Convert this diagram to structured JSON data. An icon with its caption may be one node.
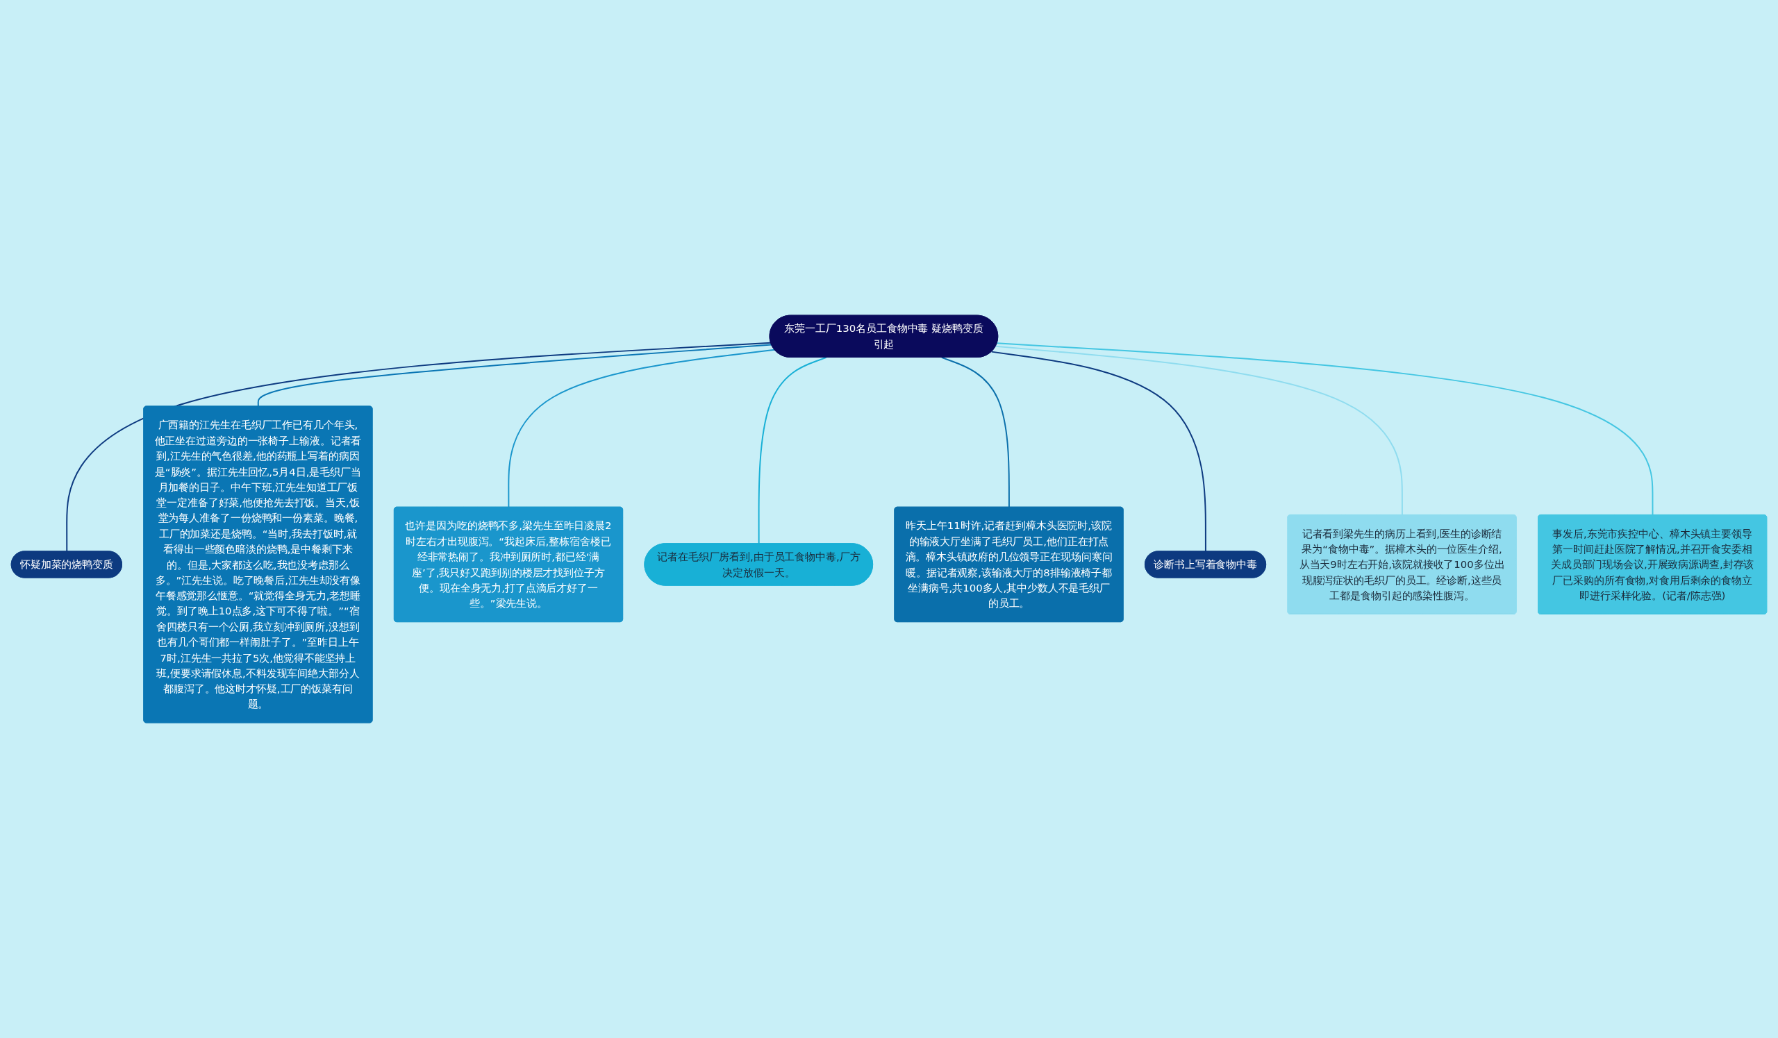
{
  "diagram": {
    "nodes": [
      {
        "text": [
          "东莞一工厂130名员工食物中毒 疑烧鸭变质引起"
        ]
      },
      {
        "text": [
          "怀疑加菜的烧鸭变质"
        ]
      },
      {
        "text": [
          "广西籍的江先生在毛织厂工作已有几个年头,他正坐在过道旁边的一张椅子上输液。记者看到,江先生的气色很差,他的药瓶上写着的病因是“肠炎”。据江先生回忆,5月4日,是毛织厂当月加餐的日子。中午下班,江先生知道工厂饭堂一定准备了好菜,他便抢先去打饭。当天,饭堂为每人准备了一份烧鸭和一份素菜。晚餐,工厂的加菜还是烧鸭。“当时,我去打饭时,就看得出一些颜色暗淡的烧鸭,是中餐剩下来的。但是,大家都这么吃,我也没考虑那么多。”江先生说。吃了晚餐后,江先生却没有像午餐感觉那么惬意。“就觉得全身无力,老想睡觉。到了晚上10点多,这下可不得了啦。”“宿舍四楼只有一个公厕,我立刻冲到厕所,没想到也有几个哥们都一样闹肚子了。”至昨日上午7时,江先生一共拉了5次,他觉得不能坚持上班,便要求请假休息,不料发现车间绝大部分人都腹泻了。他这时才怀疑,工厂的饭菜有问题。"
        ]
      },
      {
        "text": [
          "也许是因为吃的烧鸭不多,梁先生至昨日凌晨2时左右才出现腹泻。“我起床后,整栋宿舍楼已经非常热闹了。我冲到厕所时,都已经‘满座’了,我只好又跑到别的楼层才找到位子方便。现在全身无力,打了点滴后才好了一些。”梁先生说。"
        ]
      },
      {
        "text": [
          "记者在毛织厂房看到,由于员工食物中毒,厂方决定放假一天。"
        ]
      },
      {
        "text": [
          "昨天上午11时许,记者赶到樟木头医院时,该院的输液大厅坐满了毛织厂员工,他们正在打点滴。樟木头镇政府的几位领导正在现场问寒问暖。据记者观察,该输液大厅的8排输液椅子都坐满病号,共100多人,其中少数人不是毛织厂的员工。"
        ]
      },
      {
        "text": [
          "诊断书上写着食物中毒"
        ]
      },
      {
        "text": [
          "记者看到梁先生的病历上看到,医生的诊断结果为“食物中毒”。据樟木头的一位医生介绍,从当天9时左右开始,该院就接收了100多位出现腹泻症状的毛织厂的员工。经诊断,这些员工都是食物引起的感染性腹泻。"
        ]
      },
      {
        "text": [
          "事发后,东莞市疾控中心、樟木头镇主要领导第一时间赶赴医院了解情况,并召开食安委相关成员部门现场会议,开展致病源调查,封存该厂已采购的所有食物,对食用后剩余的食物立即进行采样化验。(记者/陈志强)"
        ]
      }
    ],
    "edges": [
      {
        "from": 0,
        "to": 1,
        "arrow": "none",
        "color": "#0d3a80"
      },
      {
        "from": 0,
        "to": 2,
        "arrow": "none",
        "color": "#0a76b4"
      },
      {
        "from": 0,
        "to": 3,
        "arrow": "none",
        "color": "#1a96cc"
      },
      {
        "from": 0,
        "to": 4,
        "arrow": "none",
        "color": "#18b0d6"
      },
      {
        "from": 0,
        "to": 5,
        "arrow": "none",
        "color": "#0a6fab"
      },
      {
        "from": 0,
        "to": 6,
        "arrow": "none",
        "color": "#0d3a80"
      },
      {
        "from": 0,
        "to": 7,
        "arrow": "none",
        "color": "#8fdcef"
      },
      {
        "from": 0,
        "to": 8,
        "arrow": "none",
        "color": "#44c6e2"
      }
    ]
  }
}
